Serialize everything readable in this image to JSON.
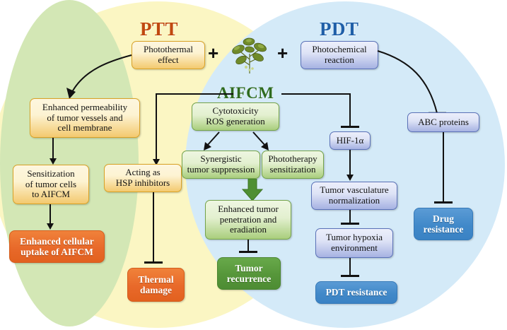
{
  "diagram": {
    "sections": {
      "ptt": {
        "title": "PTT",
        "color": "#c0480f"
      },
      "pdt": {
        "title": "PDT",
        "color": "#1f5fa8"
      },
      "aifcm": {
        "title": "AIFCM",
        "color": "#2f6b1f"
      }
    },
    "operators": {
      "plus_1": "+",
      "plus_2": "+"
    },
    "icon": {
      "name": "herb-plant-icon",
      "label": "herbal plant leaves"
    },
    "boxes": {
      "photothermal_effect": "Photothermal\neffect",
      "photothermal_effect_l1": "Photothermal",
      "photothermal_effect_l2": "effect",
      "photochemical_reaction_l1": "Photochemical",
      "photochemical_reaction_l2": "reaction",
      "enhanced_permeability_l1": "Enhanced permeability",
      "enhanced_permeability_l2": "of tumor vessels and",
      "enhanced_permeability_l3": "cell membrane",
      "sensitization_l1": "Sensitization",
      "sensitization_l2": "of tumor cells",
      "sensitization_l3": "to AIFCM",
      "hsp_inhibitors_l1": "Acting as",
      "hsp_inhibitors_l2": "HSP inhibitors",
      "enhanced_uptake_l1": "Enhanced cellular",
      "enhanced_uptake_l2": "uptake of AIFCM",
      "thermal_damage_l1": "Thermal",
      "thermal_damage_l2": "damage",
      "cytotoxicity_l1": "Cytotoxicity",
      "cytotoxicity_l2": "ROS generation",
      "synergistic_l1": "Synergistic",
      "synergistic_l2": "tumor suppression",
      "phototherapy_l1": "Phototherapy",
      "phototherapy_l2": "sensitization",
      "enhanced_penetration_l1": "Enhanced tumor",
      "enhanced_penetration_l2": "penetration and",
      "enhanced_penetration_l3": "eradiation",
      "tumor_recurrence_l1": "Tumor",
      "tumor_recurrence_l2": "recurrence",
      "hif1a": "HIF-1α",
      "abc_proteins": "ABC proteins",
      "vasculature_l1": "Tumor vasculature",
      "vasculature_l2": "normalization",
      "hypoxia_l1": "Tumor hypoxia",
      "hypoxia_l2": "environment",
      "pdt_resistance": "PDT resistance",
      "drug_resistance_l1": "Drug",
      "drug_resistance_l2": "resistance"
    },
    "palette": {
      "circle_ptt": "#fbf6c3",
      "circle_pdt": "#d4eaf8",
      "circle_overlap": "#d3e7b5",
      "yellow_box_border": "#d9a227",
      "green_box_border": "#74a34a",
      "blue_box_border": "#5b72b8",
      "orange_solid": "#e8692a",
      "green_solid": "#56963a",
      "blue_solid": "#4189c9",
      "connector": "#111111"
    }
  }
}
